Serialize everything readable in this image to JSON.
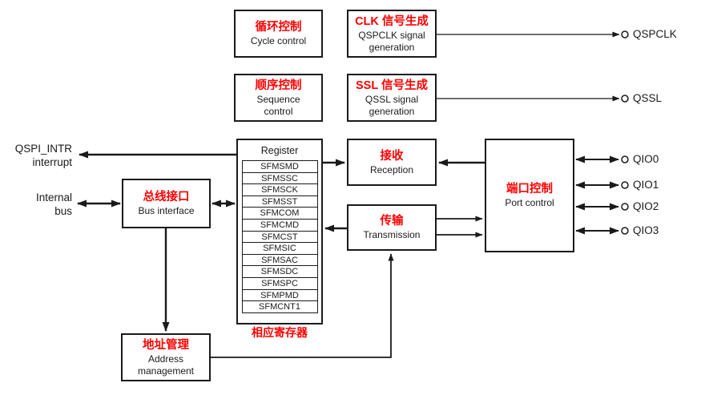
{
  "colors": {
    "accent": "#ff0000",
    "ink": "#1a1a1a",
    "background": "#ffffff"
  },
  "blocks": {
    "cycle_control": {
      "cn": "循环控制",
      "en": "Cycle control"
    },
    "clk_generation": {
      "cn": "CLK 信号生成",
      "en": "QSPCLK signal generation"
    },
    "sequence_control": {
      "cn": "顺序控制",
      "en": "Sequence control"
    },
    "ssl_generation": {
      "cn": "SSL 信号生成",
      "en": "QSSL signal generation"
    },
    "bus_interface": {
      "cn": "总线接口",
      "en": "Bus interface"
    },
    "address_management": {
      "cn": "地址管理",
      "en": "Address management"
    },
    "reception": {
      "cn": "接收",
      "en": "Reception"
    },
    "transmission": {
      "cn": "传输",
      "en": "Transmission"
    },
    "port_control": {
      "cn": "端口控制",
      "en": "Port control"
    }
  },
  "register_block": {
    "title": "Register",
    "caption": "相应寄存器",
    "registers": [
      "SFMSMD",
      "SFMSSC",
      "SFMSCK",
      "SFMSST",
      "SFMCOM",
      "SFMCMD",
      "SFMCST",
      "SFMSIC",
      "SFMSAC",
      "SFMSDC",
      "SFMSPC",
      "SFMPMD",
      "SFMCNT1"
    ]
  },
  "left_signals": {
    "interrupt": {
      "line1": "QSPI_INTR",
      "line2": "interrupt"
    },
    "internal_bus": {
      "line1": "Internal",
      "line2": "bus"
    }
  },
  "right_ports": {
    "qspclk": "QSPCLK",
    "qssl": "QSSL",
    "qio0": "QIO0",
    "qio1": "QIO1",
    "qio2": "QIO2",
    "qio3": "QIO3"
  }
}
